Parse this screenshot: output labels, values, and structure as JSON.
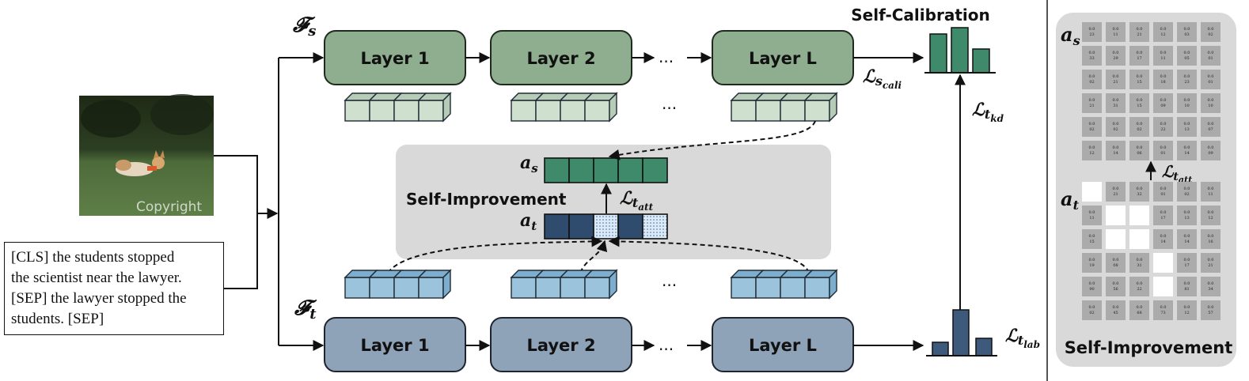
{
  "image": {
    "caption": "Copyright"
  },
  "input_text": {
    "lines": [
      "[CLS] the students stopped",
      "the scientist near the lawyer.",
      "[SEP] the lawyer stopped the",
      "students. [SEP]"
    ]
  },
  "student": {
    "symbol": "𝓕",
    "subscript": "s",
    "layers": [
      "Layer 1",
      "Layer 2",
      "Layer L"
    ],
    "color": "#8fae8f",
    "stroke": "#1e2a1e"
  },
  "teacher": {
    "symbol": "𝓕",
    "subscript": "t",
    "layers": [
      "Layer 1",
      "Layer 2",
      "Layer L"
    ],
    "color": "#8ea2b8",
    "stroke": "#1e2430"
  },
  "ellipsis": "...",
  "self_calibration": {
    "title": "Self-Calibration",
    "loss_cali": {
      "main": "ℒ",
      "sub": "s",
      "subsub": "cali"
    },
    "loss_kd": {
      "main": "ℒ",
      "sub": "t",
      "subsub": "kd"
    },
    "loss_lab": {
      "main": "ℒ",
      "sub": "t",
      "subsub": "lab"
    },
    "bars_student_color": "#3e8a6b",
    "bars_teacher_color": "#3d5a7d"
  },
  "self_improvement": {
    "title": "Self-Improvement",
    "a_s": {
      "main": "a",
      "sub": "s"
    },
    "a_t": {
      "main": "a",
      "sub": "t"
    },
    "loss_att": {
      "main": "ℒ",
      "sub": "t",
      "subsub": "att"
    },
    "a_s_color": "#3e8a6b",
    "a_t_color": "#2f4b6e",
    "a_t_pattern": [
      "solid",
      "solid",
      "dotted",
      "solid",
      "dotted"
    ]
  },
  "right_panel": {
    "title": "Self-Improvement",
    "a_s": {
      "main": "a",
      "sub": "s"
    },
    "a_t": {
      "main": "a",
      "sub": "t"
    },
    "loss_att": {
      "main": "ℒ",
      "sub": "t",
      "subsub": "att"
    },
    "top_grid": [
      [
        "0.0\n23",
        "0.0\n11",
        "0.0\n21",
        "0.0\n12",
        "0.0\n03",
        "0.0\n02"
      ],
      [
        "0.0\n33",
        "0.0\n29",
        "0.0\n17",
        "0.0\n11",
        "0.0\n05",
        "0.0\n01"
      ],
      [
        "0.0\n02",
        "0.0\n21",
        "0.0\n15",
        "0.0\n18",
        "0.0\n23",
        "0.0\n01"
      ],
      [
        "0.0\n21",
        "0.0\n31",
        "0.0\n15",
        "0.0\n09",
        "0.0\n10",
        "0.0\n10"
      ],
      [
        "0.0\n02",
        "0.0\n02",
        "0.0\n02",
        "0.0\n22",
        "0.0\n13",
        "0.0\n07"
      ],
      [
        "0.0\n12",
        "0.0\n14",
        "0.0\n06",
        "0.0\n01",
        "0.0\n14",
        "0.0\n09"
      ]
    ],
    "bottom_grid": [
      [
        "",
        "0.0\n21",
        "0.0\n32",
        "0.0\n01",
        "0.0\n02",
        "0.0\n11"
      ],
      [
        "0.0\n11",
        "",
        "",
        "0.0\n17",
        "0.0\n13",
        "0.0\n12"
      ],
      [
        "0.0\n15",
        "",
        "",
        "0.0\n14",
        "0.0\n14",
        "0.0\n16"
      ],
      [
        "0.0\n19",
        "0.0\n08",
        "0.0\n31",
        "",
        "0.0\n17",
        "0.0\n21"
      ],
      [
        "0.0\n90",
        "0.0\n56",
        "0.0\n22",
        "",
        "0.0\n81",
        "0.0\n34"
      ],
      [
        "0.0\n02",
        "0.0\n45",
        "0.0\n68",
        "0.0\n73",
        "0.0\n12",
        "0.0\n57"
      ]
    ]
  }
}
